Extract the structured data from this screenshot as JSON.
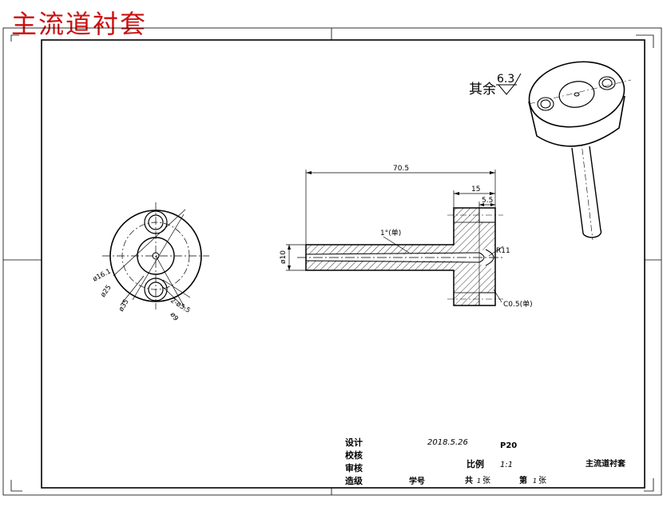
{
  "stamp_title": "主流道衬套",
  "surface_note": {
    "prefix": "其余",
    "roughness": "6.3"
  },
  "dimensions": {
    "overall_length": "70.5",
    "flange_length": "15",
    "counterbore_depth": "5.5",
    "pin_diameter": "ø10",
    "taper": "1°(单)",
    "sprue_radius": "R11",
    "chamfer": "C0.5(单)",
    "dia_16": "ø16.1",
    "dia_25": "ø25",
    "dia_35": "ø35",
    "dia_55": "2-ø5.5",
    "dia_9": "ø9"
  },
  "title_block": {
    "design_label": "设计",
    "check_label": "校核",
    "review_label": "审核",
    "make_label": "造级",
    "date": "2018.5.26",
    "material": "P20",
    "scale_label": "比例",
    "scale_value": "1:1",
    "part_name": "主流道衬套",
    "student_no_label": "学号",
    "total_prefix": "共",
    "total_count": "1",
    "sheet_unit": "张",
    "sheet_prefix": "第",
    "sheet_no": "1",
    "sheet_unit2": "张"
  }
}
